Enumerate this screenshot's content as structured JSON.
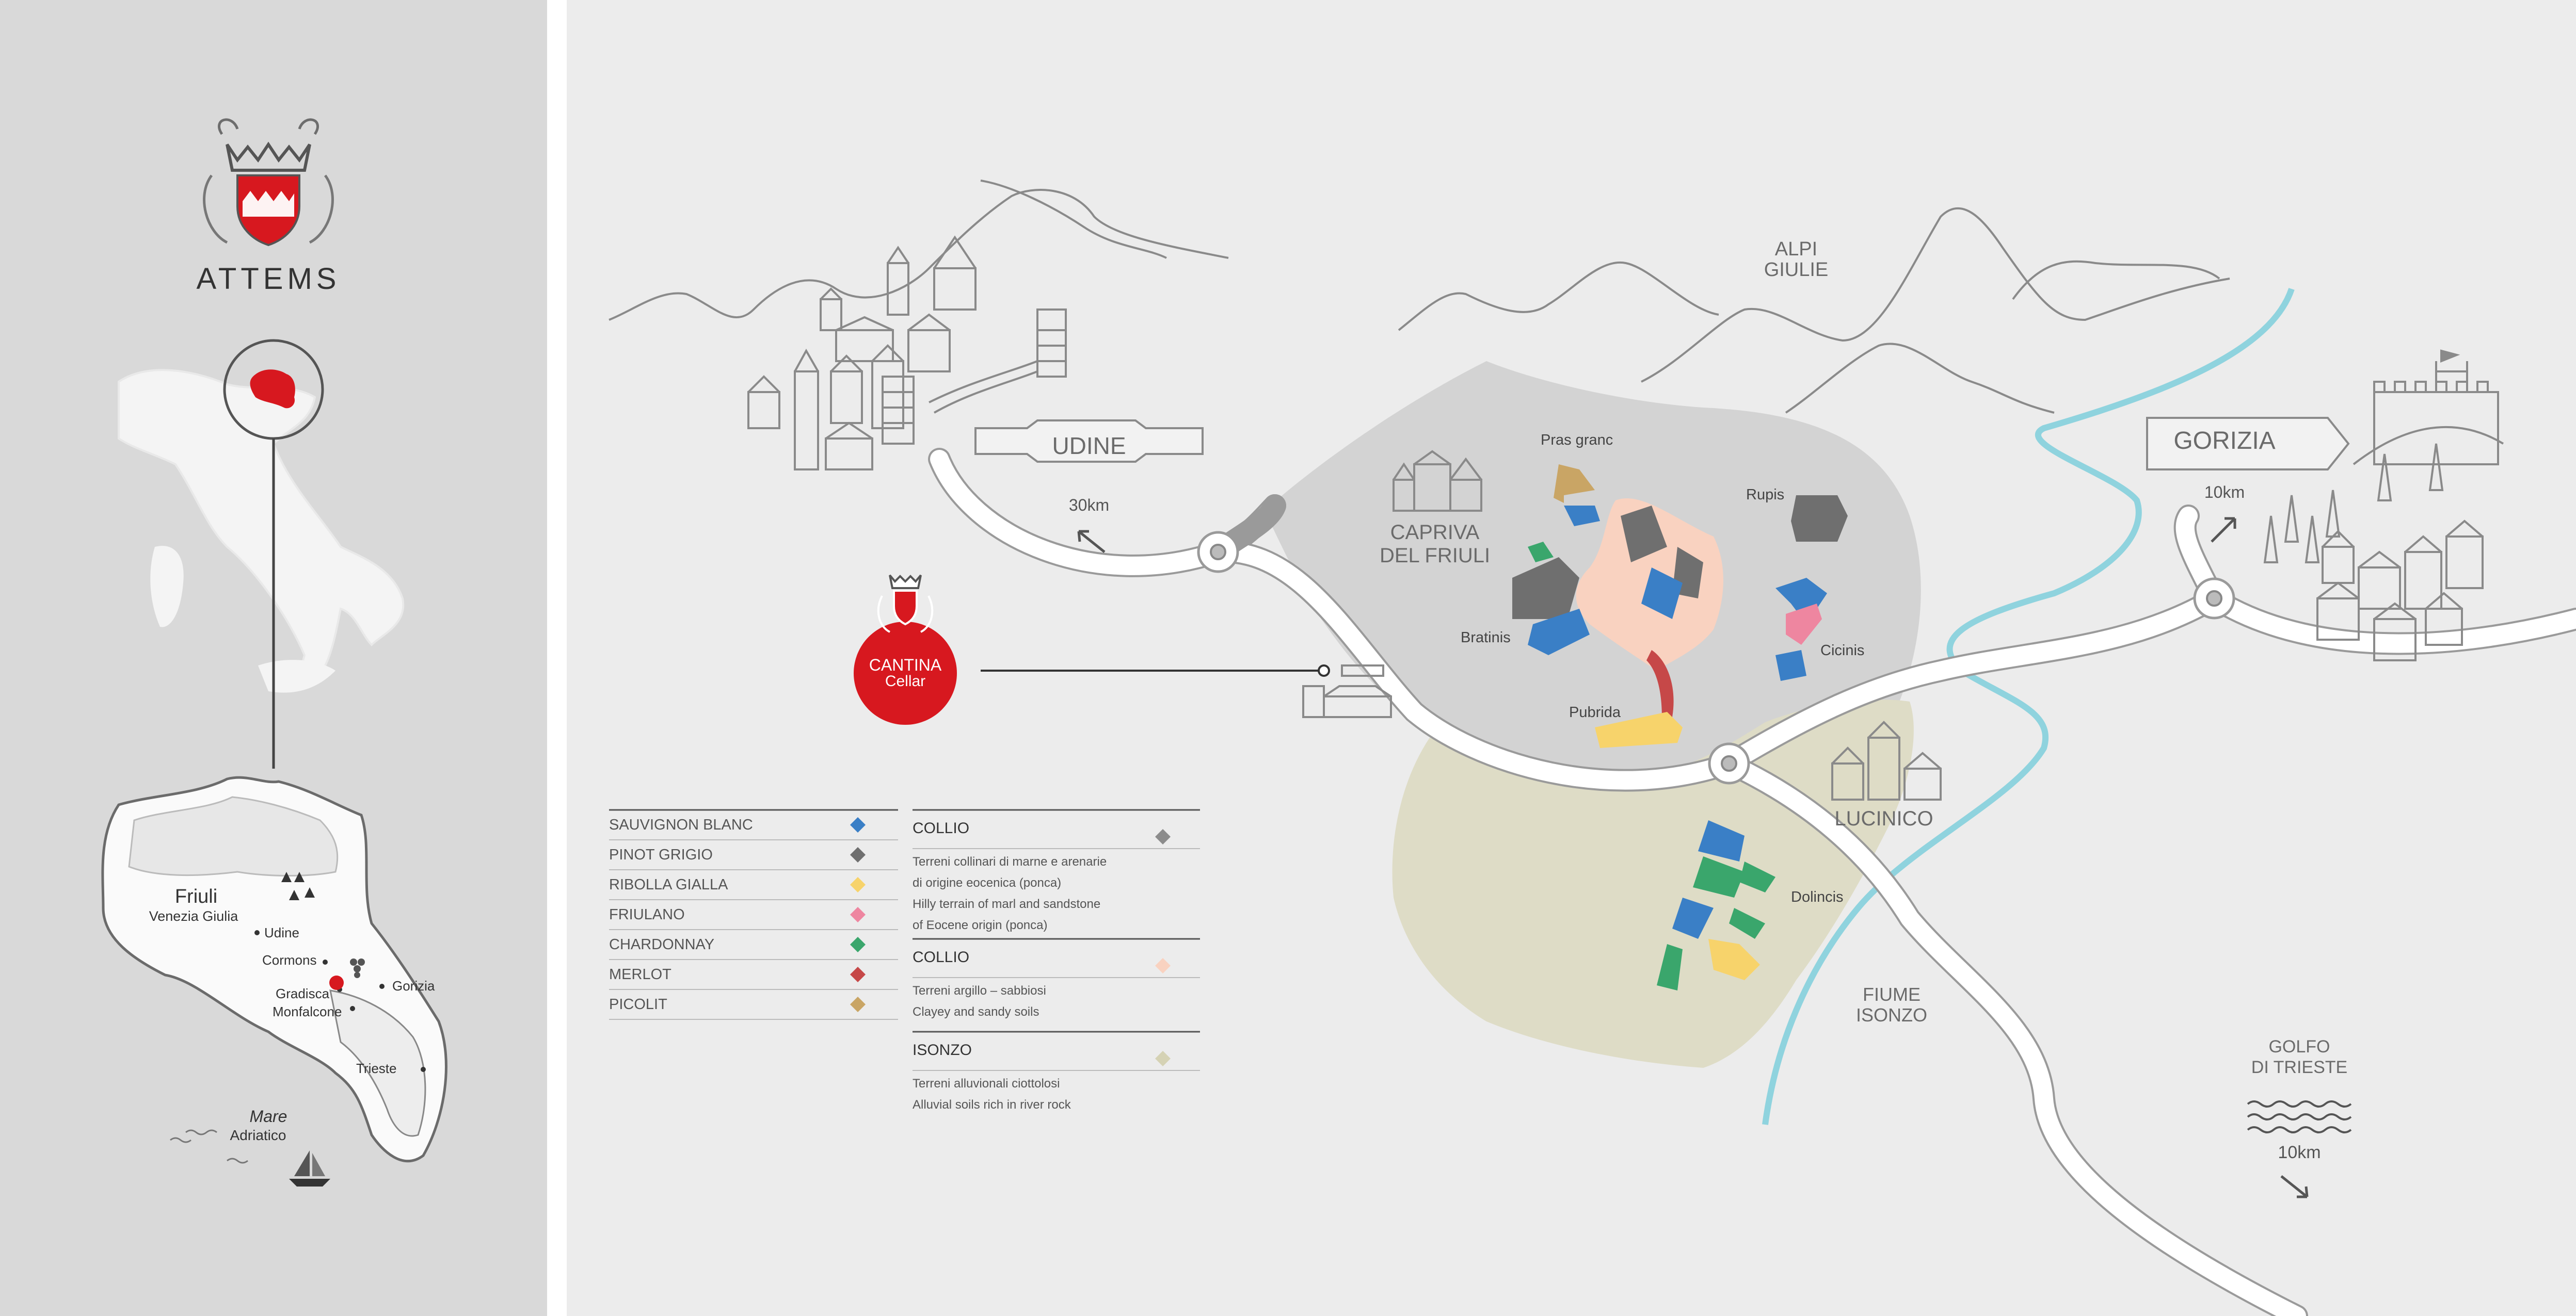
{
  "brand": {
    "name": "ATTEMS",
    "primary_color": "#d7181f"
  },
  "inset_map": {
    "region_name": "Friuli",
    "region_subname": "Venezia Giulia",
    "sea_name": "Mare",
    "sea_subname": "Adriatico",
    "cities": [
      "Udine",
      "Cormons",
      "Gorizia",
      "Gradisca",
      "Monfalcone",
      "Trieste"
    ]
  },
  "cellar": {
    "label": "CANTINA",
    "sublabel": "Cellar"
  },
  "places": {
    "alps_line1": "ALPI",
    "alps_line2": "GIULIE",
    "udine": "UDINE",
    "udine_distance": "30km",
    "gorizia": "GORIZIA",
    "gorizia_distance": "10km",
    "capriva_line1": "CAPRIVA",
    "capriva_line2": "DEL FRIULI",
    "lucinico": "LUCINICO",
    "river_line1": "FIUME",
    "river_line2": "ISONZO",
    "gulf_line1": "GOLFO",
    "gulf_line2": "DI TRIESTE",
    "gulf_distance": "10km"
  },
  "vineyards": {
    "pras_granc": "Pras granc",
    "rupis": "Rupis",
    "bratinis": "Bratinis",
    "cicinis": "Cicinis",
    "pubrida": "Pubrida",
    "dolincis": "Dolincis"
  },
  "legend_varieties": [
    {
      "name": "SAUVIGNON BLANC",
      "color": "#3a7fc6"
    },
    {
      "name": "PINOT GRIGIO",
      "color": "#6f6f6f"
    },
    {
      "name": "RIBOLLA GIALLA",
      "color": "#f7d36b"
    },
    {
      "name": "FRIULANO",
      "color": "#ee86a0"
    },
    {
      "name": "CHARDONNAY",
      "color": "#3aa66c"
    },
    {
      "name": "MERLOT",
      "color": "#c64848"
    },
    {
      "name": "PICOLIT",
      "color": "#c9a565"
    }
  ],
  "legend_soils": [
    {
      "name": "COLLIO",
      "color": "#8c8c8c",
      "line1": "Terreni collinari di marne e arenarie",
      "line2": "di origine eocenica (ponca)",
      "line3": "Hilly terrain of marl and sandstone",
      "line4": "of Eocene origin (ponca)"
    },
    {
      "name": "COLLIO",
      "color": "#f9d2c0",
      "line1": "Terreni argillo – sabbiosi",
      "line2": "Clayey and sandy soils"
    },
    {
      "name": "ISONZO",
      "color": "#d5d2b4",
      "line1": "Terreni alluvionali ciottolosi",
      "line2": "Alluvial soils rich in river rock"
    }
  ],
  "colors": {
    "collio_zone": "#d3d3d3",
    "isonzo_zone": "#dedcc6",
    "clay_zone": "#f9d2c0",
    "river": "#8fd3de",
    "road": "#ffffff",
    "road_edge": "#9a9a9a",
    "sketch": "#8a8a8a"
  }
}
